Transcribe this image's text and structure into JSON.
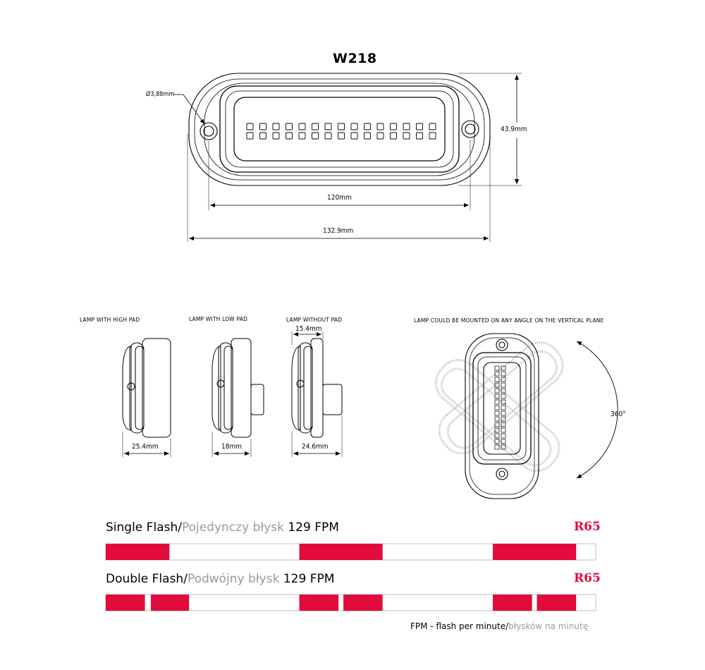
{
  "title": "W218",
  "top_view": {
    "hole_dia": "Ø3,88mm",
    "height": "43.9mm",
    "inner_width": "120mm",
    "outer_width": "132.9mm"
  },
  "side_views": [
    {
      "caption": "LAMP WITH HIGH PAD",
      "width": "25.4mm"
    },
    {
      "caption": "LAMP WITH LOW PAD",
      "width": "18mm"
    },
    {
      "caption": "LAMP WITHOUT PAD",
      "width": "24.6mm",
      "extra": "15.4mm"
    }
  ],
  "rotation": {
    "caption": "LAMP COULD BE MOUNTED ON ANY ANGLE ON THE VERTICAL PLANE",
    "angle": "360°"
  },
  "flash_patterns": [
    {
      "name_en": "Single Flash",
      "sep": "/",
      "name_pl": "Pojedynczy błysk",
      "fpm": "129 FPM",
      "badge": "R65",
      "segments": [
        [
          0,
          0.13
        ],
        [
          0.395,
          0.565
        ],
        [
          0.79,
          0.96
        ]
      ]
    },
    {
      "name_en": "Double Flash",
      "sep": "/",
      "name_pl": "Podwójny błysk",
      "fpm": "129 FPM",
      "badge": "R65",
      "segments": [
        [
          0,
          0.08
        ],
        [
          0.092,
          0.17
        ],
        [
          0.395,
          0.475
        ],
        [
          0.485,
          0.565
        ],
        [
          0.79,
          0.87
        ],
        [
          0.88,
          0.96
        ]
      ]
    }
  ],
  "footer": {
    "en": "FPM - flash per minute/",
    "pl": "błysków na minutę"
  },
  "colors": {
    "flash_red": "#e30a3c",
    "bar_border": "#bdbdbd",
    "secondary_text": "#9a9a9a"
  }
}
